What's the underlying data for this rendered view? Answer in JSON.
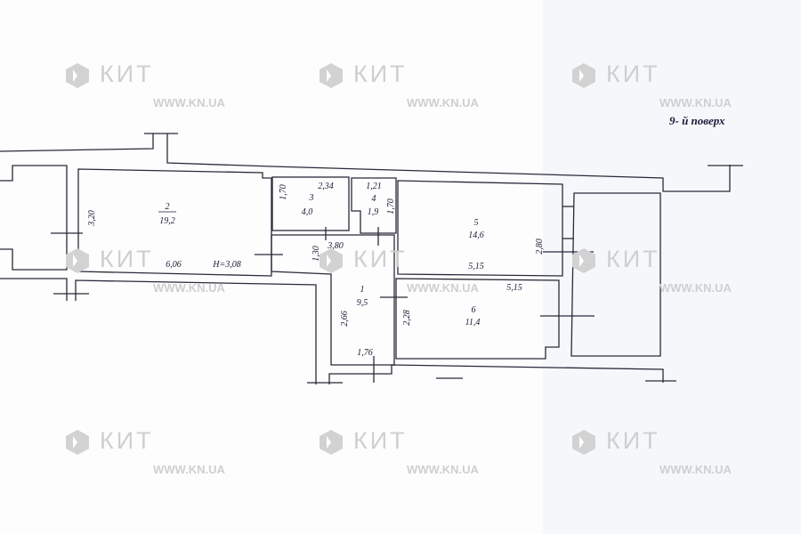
{
  "floor_label": "9- й поверх",
  "watermark": {
    "brand": "КИТ",
    "url": "WWW.KN.UA"
  },
  "rooms": [
    {
      "number": "1",
      "area": "9,5"
    },
    {
      "number": "2",
      "area": "19,2"
    },
    {
      "number": "3",
      "area": "4,0"
    },
    {
      "number": "4",
      "area": "1,9"
    },
    {
      "number": "5",
      "area": "14,6"
    },
    {
      "number": "6",
      "area": "11,4"
    }
  ],
  "dimensions": {
    "r2_height": "3,20",
    "r2_width": "6,06",
    "ceiling": "H=3,08",
    "r3_width": "2,34",
    "r3_height": "1,70",
    "r4_width": "1,21",
    "r4_height": "1,70",
    "r1_top": "3,80",
    "r1_upper": "1,30",
    "r1_side": "2,66",
    "r1_bottom": "1,76",
    "r5_height": "2,80",
    "r5_width": "5,15",
    "r6_width": "5,15",
    "r6_height": "2,28"
  }
}
